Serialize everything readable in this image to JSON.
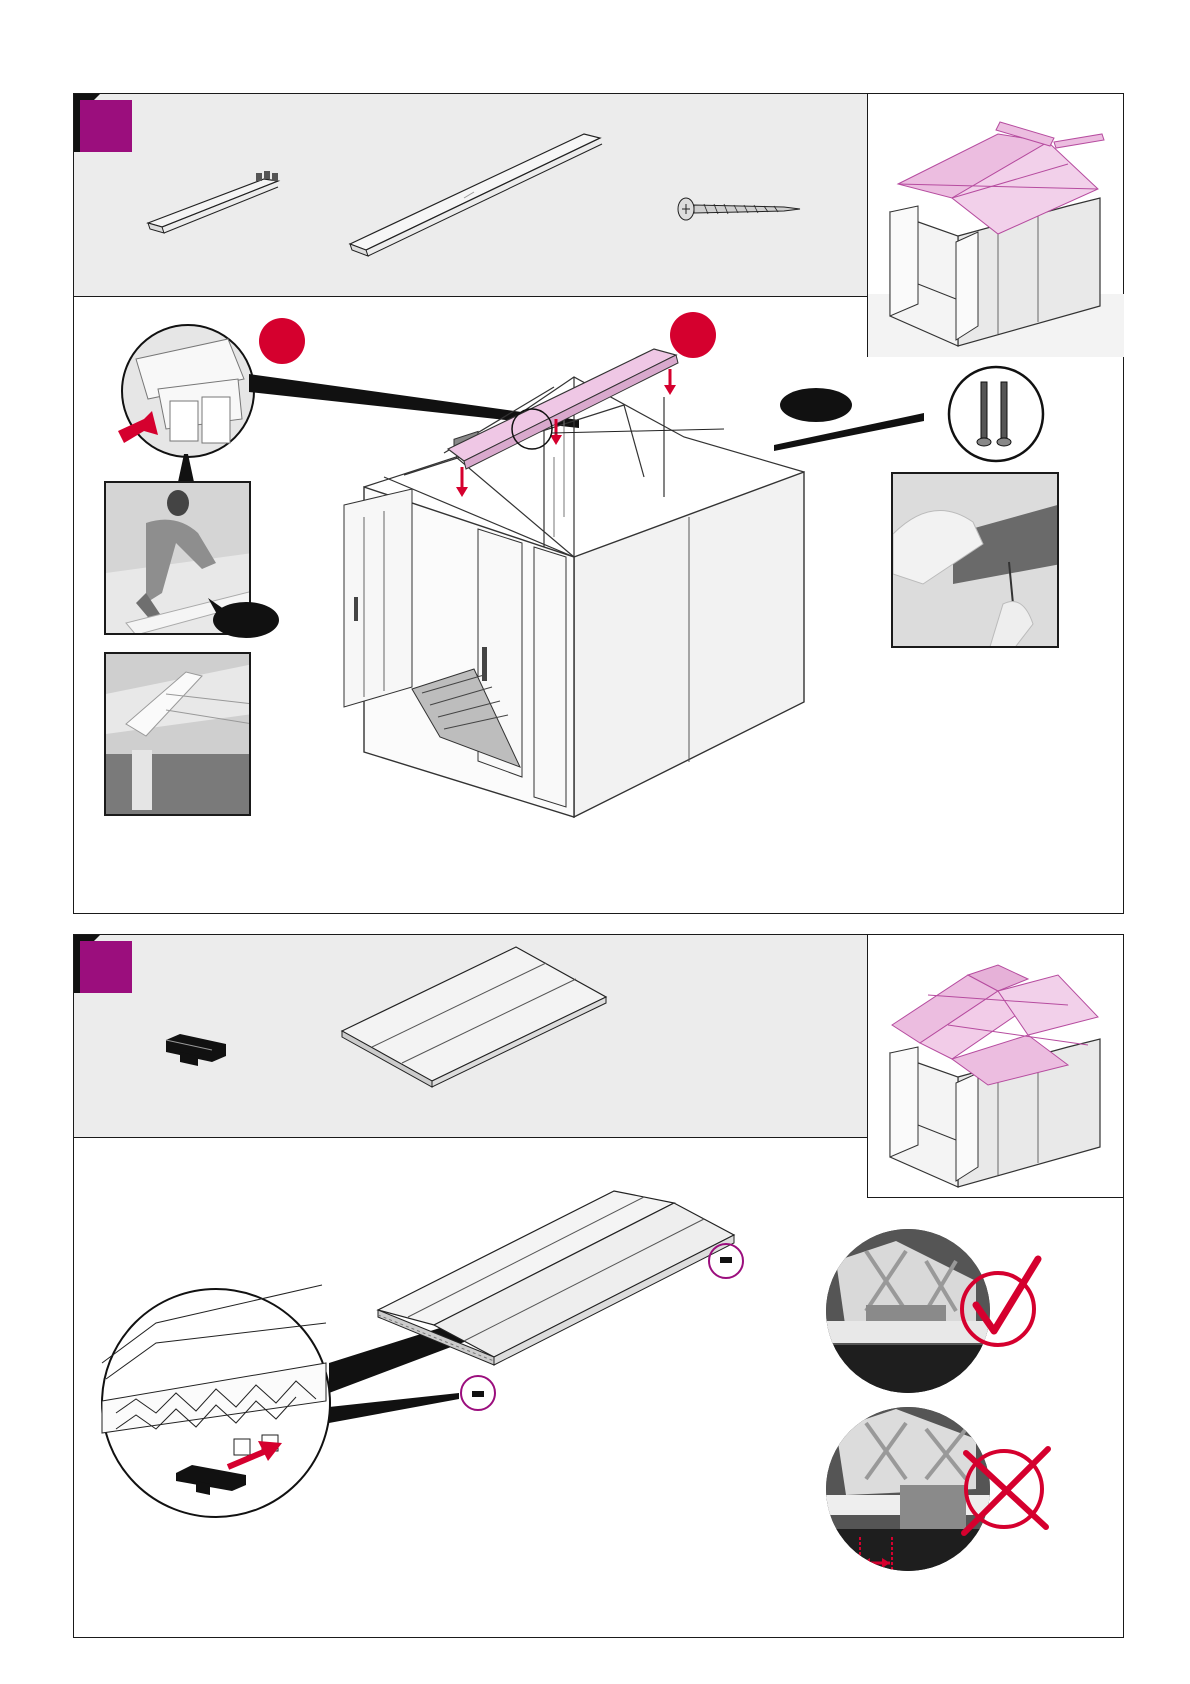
{
  "steps": [
    {
      "parts": [
        "short-ridge-cap",
        "long-ridge-cap",
        "screw"
      ],
      "callouts": [
        "red-dot",
        "red-dot",
        "black-oval",
        "black-oval"
      ]
    },
    {
      "parts": [
        "t-connector",
        "roof-panel"
      ],
      "checks": [
        "correct-check-icon",
        "incorrect-cross-icon"
      ]
    }
  ],
  "colors": {
    "accent": "#9b0e7d",
    "highlight": "#e8b6dc",
    "red": "#d5002e",
    "band": "#ececec"
  }
}
